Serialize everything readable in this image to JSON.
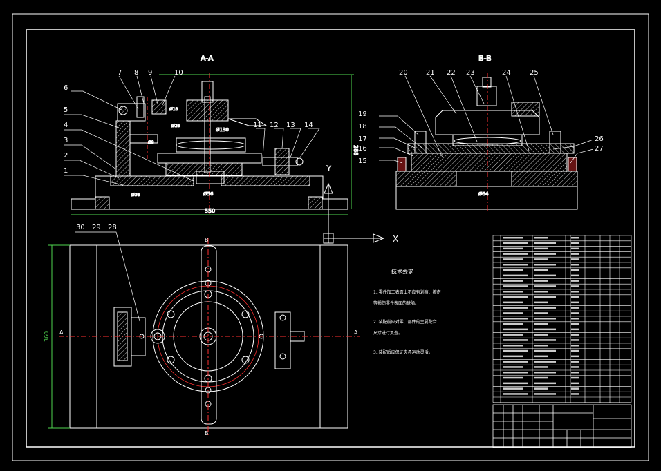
{
  "views": {
    "section_a": {
      "title": "A-A"
    },
    "section_b": {
      "title": "B-B"
    }
  },
  "dimensions": {
    "width_550": "550",
    "height_288": "288",
    "height_360": "360",
    "d130": "Ø130",
    "d56": "Ø56",
    "d26": "Ø26",
    "d18": "Ø18",
    "d64": "Ø64",
    "d36": "Ø36",
    "d8": "Ø8"
  },
  "balloons": [
    "1",
    "2",
    "3",
    "4",
    "5",
    "6",
    "7",
    "8",
    "9",
    "10",
    "11",
    "12",
    "13",
    "14",
    "15",
    "16",
    "17",
    "18",
    "19",
    "20",
    "21",
    "22",
    "23",
    "24",
    "25",
    "26",
    "27",
    "28",
    "29",
    "30"
  ],
  "axes": {
    "x": "X",
    "y": "Y"
  },
  "markers": {
    "a_left": "A",
    "a_right": "A",
    "b_top": "B",
    "b_bottom": "B"
  },
  "notes": {
    "title": "技术要求",
    "lines": [
      "1. 零件加工表面上不应有划痕、擦伤",
      "等损伤零件表面的缺陷。",
      "2. 装配前应对零、部件的主要配合",
      "尺寸进行复查。",
      "3. 装配后应保证夹具运动灵活。"
    ]
  },
  "colors": {
    "background": "#000000",
    "frame": "#ffffff",
    "outline": "#ffffff",
    "dimension": "#4fd64f",
    "center": "#ff3030",
    "hidden": "#ffe23a",
    "hatch": "#ffffff"
  }
}
